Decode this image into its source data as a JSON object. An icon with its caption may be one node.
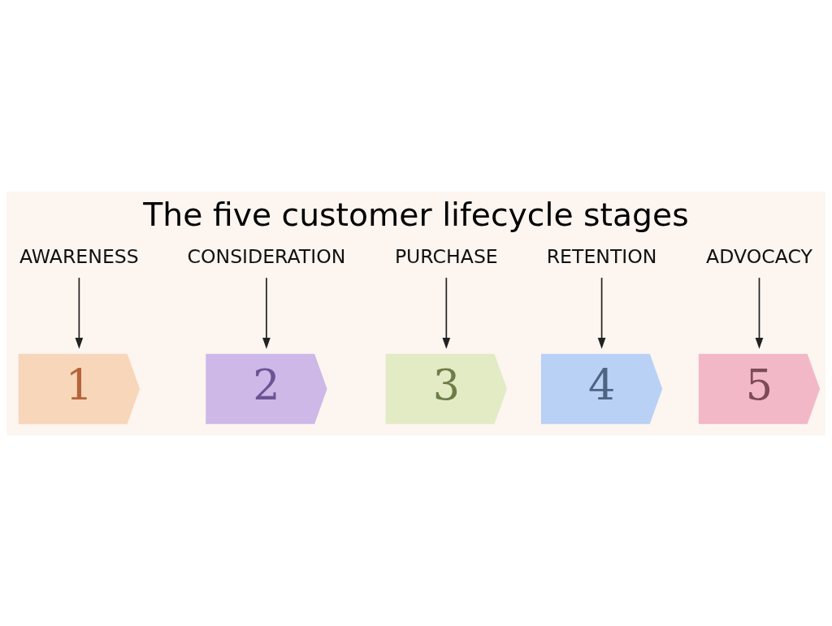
{
  "diagram": {
    "title": "The five customer lifecycle stages",
    "nodes": [
      {
        "text": [
          "1"
        ]
      },
      {
        "text": [
          "2"
        ]
      },
      {
        "text": [
          "3"
        ]
      },
      {
        "text": [
          "4"
        ]
      },
      {
        "text": [
          "5"
        ]
      },
      {
        "text": [
          "AWARENESS"
        ]
      },
      {
        "text": [
          "CONSIDERATION"
        ]
      },
      {
        "text": [
          "PURCHASE"
        ]
      },
      {
        "text": [
          "RETENTION"
        ]
      },
      {
        "text": [
          "ADVOCACY"
        ]
      }
    ],
    "edges": [
      {
        "from": 5,
        "to": 0,
        "arrow": "to"
      },
      {
        "from": 6,
        "to": 1,
        "arrow": "to"
      },
      {
        "from": 7,
        "to": 2,
        "arrow": "to"
      },
      {
        "from": 8,
        "to": 3,
        "arrow": "to"
      },
      {
        "from": 9,
        "to": 4,
        "arrow": "to"
      }
    ]
  }
}
